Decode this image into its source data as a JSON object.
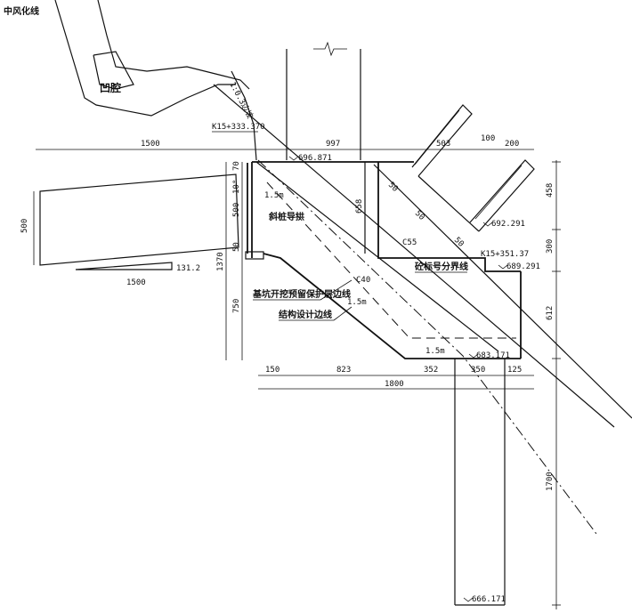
{
  "labels": {
    "weathered_line": "中风化线",
    "recess": "凹腔",
    "slope_ratio": "1:0.3边坡",
    "station_top": "K15+333.370",
    "station_right": "K15+351.37",
    "inclined_pile": "斜桩导拱",
    "c55": "C55",
    "concrete_boundary": "砼标号分界线",
    "c40": "C40",
    "excavation_line": "基坑开挖预留保护层边线",
    "structure_line": "结构设计边线"
  },
  "elevations": {
    "e1": "696.871",
    "e2": "692.291",
    "e3": "689.291",
    "e4": "683.171",
    "e5": "666.171"
  },
  "dimensions": {
    "d1500_top": "1500",
    "d997": "997",
    "d503": "503",
    "d100": "100",
    "d200": "200",
    "d70": "70",
    "d10deg": "10°",
    "d500_small": "500",
    "d50": "50",
    "d1370": "1370",
    "d750": "750",
    "d500_left": "500",
    "d1500_bottom": "1500",
    "d131": "131.2",
    "d150": "150",
    "d823": "823",
    "d352": "352",
    "d350": "350",
    "d125": "125",
    "d1800": "1800",
    "d658": "658",
    "d458": "458",
    "d300": "300",
    "d612": "612",
    "d1700": "1700",
    "d50a": "50",
    "d50b": "50",
    "d50c": "50",
    "d1_5m_a": "1.5m",
    "d1_5m_b": "1.5m",
    "d1_5m_c": "1.5m"
  }
}
